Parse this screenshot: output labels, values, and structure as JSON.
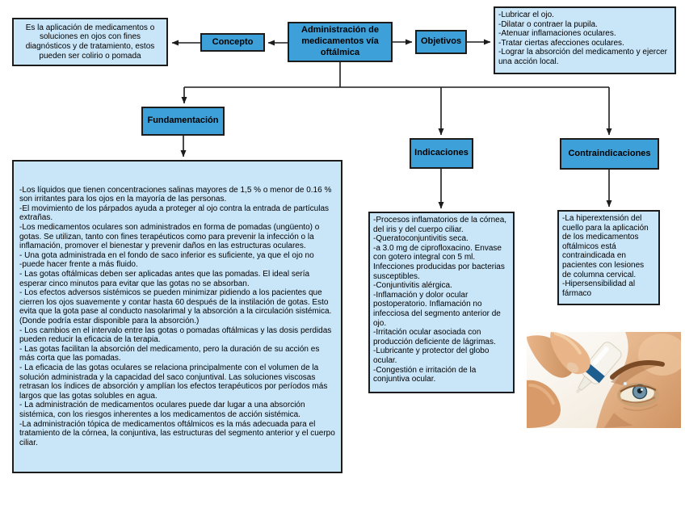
{
  "colors": {
    "node_fill": "#3da0d9",
    "node_border": "#1c1c1c",
    "panel_fill": "#c9e5f8",
    "panel_border": "#1c1c1c",
    "line": "#1c1c1c"
  },
  "nodes": {
    "main": {
      "label": "Administración de medicamentos vía oftálmica"
    },
    "concepto": {
      "label": "Concepto"
    },
    "objetivos": {
      "label": "Objetivos"
    },
    "fundamentacion": {
      "label": "Fundamentación"
    },
    "indicaciones": {
      "label": "Indicaciones"
    },
    "contraindicaciones": {
      "label": "Contraindicaciones"
    }
  },
  "panels": {
    "concepto_desc": {
      "text": "Es la aplicación de medicamentos o soluciones en ojos con fines diagnósticos y de tratamiento, estos pueden ser colirio o pomada"
    },
    "objetivos_list": {
      "items": [
        "-Lubricar el ojo.",
        "-Dilatar o contraer la pupila.",
        "-Atenuar inflamaciones oculares.",
        "-Tratar ciertas afecciones oculares.",
        "-Lograr la absorción del medicamento y ejercer una acción local."
      ]
    },
    "fundamentacion_text": {
      "items": [
        "-Los líquidos que tienen concentraciones salinas mayores de 1,5 % o menor de 0.16 % son irritantes para los ojos en la mayoría de las personas.",
        "-El movimiento de los párpados ayuda a proteger al ojo contra la entrada de partículas extrañas.",
        "-Los medicamentos oculares son administrados en forma de pomadas (ungüento) o gotas. Se utilizan, tanto con fines terapéuticos como para prevenir la infección o la inflamación, promover el bienestar y prevenir daños en las estructuras oculares.",
        "- Una gota administrada en el fondo de saco inferior es suficiente, ya que el ojo no",
        "-puede hacer frente a más fluido.",
        "- Las gotas oftálmicas deben ser aplicadas antes que las pomadas. El ideal sería esperar cinco minutos para evitar que las gotas no se absorban.",
        "- Los efectos adversos sistémicos se pueden minimizar pidiendo a los pacientes que cierren los ojos suavemente y contar hasta 60 después de la instilación de gotas. Esto evita que la gota pase al conducto nasolarimal y la absorción a la circulación sistémica. (Donde podría estar disponible para la absorción.)",
        "- Los cambios en el intervalo entre las gotas o pomadas oftálmicas y las dosis perdidas pueden reducir la eficacia de la terapia.",
        "- Las gotas facilitan la absorción del medicamento, pero la duración de su acción es más corta que las pomadas.",
        "- La eficacia de las gotas oculares se relaciona principalmente con el volumen de la solución administrada y la capacidad del saco conjuntival. Las soluciones viscosas retrasan los índices de absorción y amplían los efectos terapéuticos por períodos más largos que las gotas solubles en agua.",
        "- La administración de medicamentos oculares puede dar lugar a una absorción sistémica, con los riesgos inherentes a los medicamentos de acción sistémica.",
        "-La administración tópica de medicamentos oftálmicos es la más adecuada para el tratamiento de la córnea, la conjuntiva, las estructuras del segmento anterior y el cuerpo ciliar."
      ]
    },
    "indicaciones_list": {
      "items": [
        "-Procesos inflamatorios de la córnea, del iris y del cuerpo ciliar.",
        "-Queratoconjuntivitis seca.",
        "-a 3.0 mg de ciprofloxacino. Envase con gotero integral con 5 ml. Infecciones producidas por bacterias susceptibles.",
        "-Conjuntivitis alérgica.",
        "-Inflamación y dolor ocular postoperatorio. Inflamación no infecciosa del segmento anterior de ojo.",
        "-Irritación ocular asociada con producción deficiente de lágrimas.",
        "-Lubricante y protector del globo ocular.",
        "-Congestión e irritación de la conjuntiva ocular."
      ]
    },
    "contraindicaciones_list": {
      "items": [
        "-La hiperextensión del cuello para la aplicación de los medicamentos oftálmicos está contraindicada en pacientes con lesiones de columna cervical.",
        "-Hipersensibilidad al fármaco"
      ]
    }
  },
  "image": {
    "description": "eye-drops-application-photo"
  }
}
